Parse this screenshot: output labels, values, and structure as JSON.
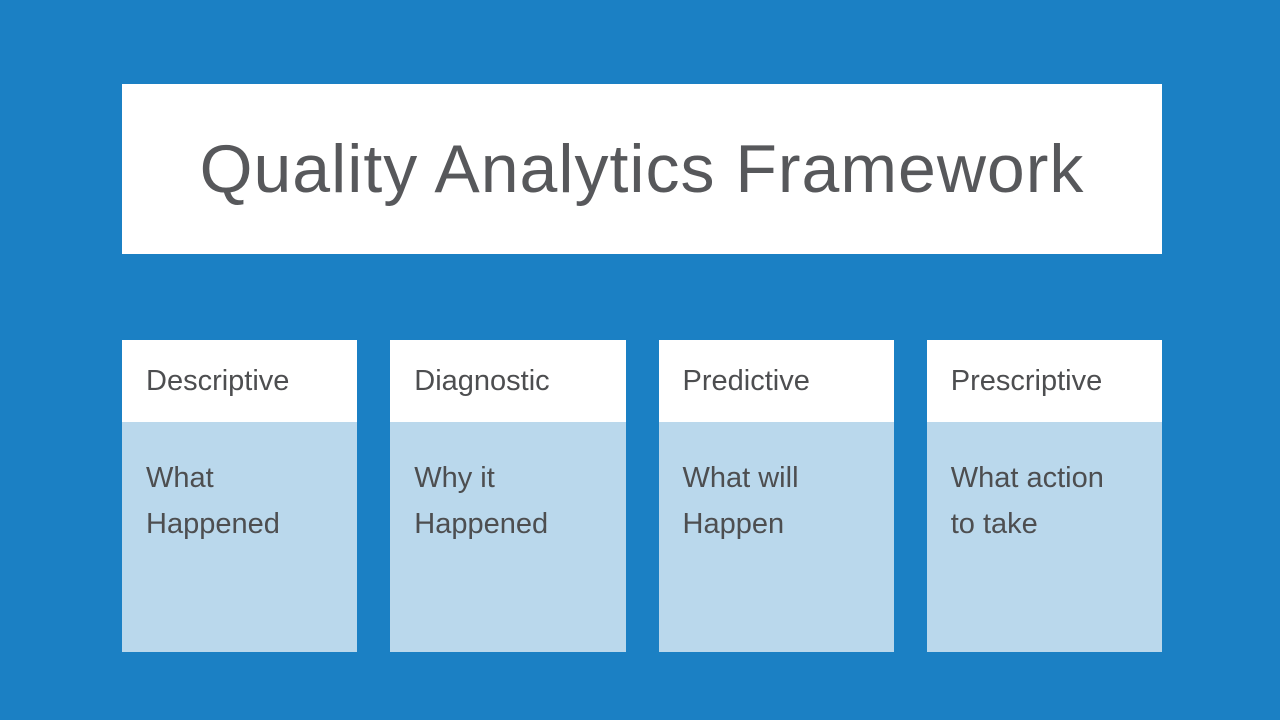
{
  "slide": {
    "title": "Quality Analytics Framework",
    "cards": [
      {
        "header": "Descriptive",
        "body": "What\nHappened"
      },
      {
        "header": "Diagnostic",
        "body": "Why it\nHappened"
      },
      {
        "header": "Predictive",
        "body": "What will\nHappen"
      },
      {
        "header": "Prescriptive",
        "body": "What action\nto take"
      }
    ],
    "colors": {
      "background": "#1b80c4",
      "card_body": "#bad8ec",
      "panel": "#ffffff",
      "text": "#4d4e50",
      "title_text": "#57585b"
    }
  }
}
